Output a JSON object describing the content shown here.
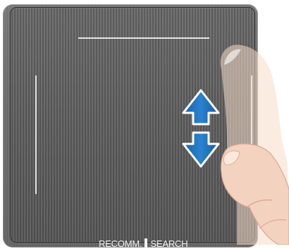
{
  "remote": {
    "bottom_labels": {
      "left": "RECOMM.",
      "right": "SEARCH"
    }
  },
  "gesture": {
    "icon": "vertical-scroll-arrows-icon",
    "direction": "up-down",
    "arrow_color": "#1f6fb5",
    "hand_icon": "finger-swipe-icon"
  }
}
